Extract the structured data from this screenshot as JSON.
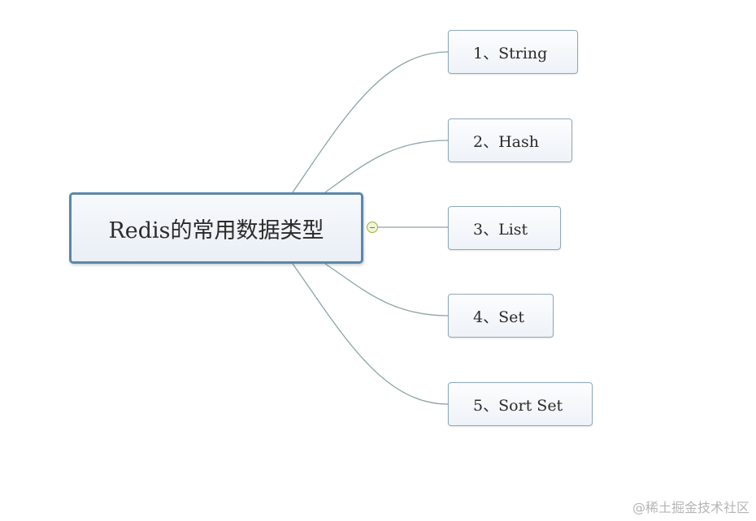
{
  "diagram": {
    "root": {
      "label": "Redis的常用数据类型"
    },
    "children": [
      {
        "label": "1、String"
      },
      {
        "label": "2、Hash"
      },
      {
        "label": "3、List"
      },
      {
        "label": "4、Set"
      },
      {
        "label": "5、Sort Set"
      }
    ]
  },
  "watermark": "@稀土掘金技术社区",
  "colors": {
    "connector": "#8aa5a5",
    "root_border": "#5b87aa",
    "child_border": "#8fa8bd",
    "toggle": "#9db03f"
  }
}
